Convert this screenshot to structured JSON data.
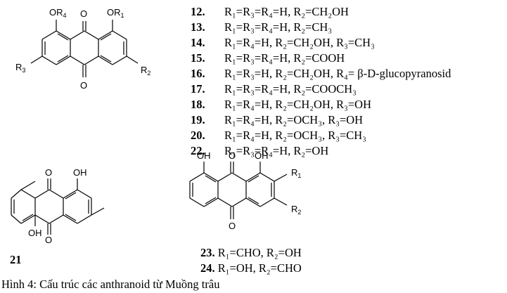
{
  "compounds": [
    {
      "num": "12.",
      "formula": "R₁=R₃=R₄=H, R₂=CH₂OH"
    },
    {
      "num": "13.",
      "formula": "R₁=R₃=R₄=H, R₂=CH₃"
    },
    {
      "num": "14.",
      "formula": "R₁=R₄=H, R₂=CH₂OH, R₃=CH₃"
    },
    {
      "num": "15.",
      "formula": "R₁=R₃=R₄=H, R₂=COOH"
    },
    {
      "num": "16.",
      "formula": "R₁=R₃=H, R₂=CH₂OH, R₄= β-D-glucopyranosid"
    },
    {
      "num": "17.",
      "formula": "R₁=R₃=R₄=H, R₂=COOCH₃"
    },
    {
      "num": "18.",
      "formula": "R₁=R₄=H, R₂=CH₂OH, R₃=OH"
    },
    {
      "num": "19.",
      "formula": "R₁=R₄=H, R₂=OCH₃, R₃=OH"
    },
    {
      "num": "20.",
      "formula": "R₁=R₄=H, R₂=OCH₃, R₃=CH₃"
    },
    {
      "num": "22.",
      "formula": "R₁=R₃=R₄=H, R₂=OH"
    }
  ],
  "structure_top": {
    "or4": "OR4",
    "or1": "OR1",
    "o_top": "O",
    "o_bottom": "O",
    "r3": "R3",
    "r2": "R2"
  },
  "structure_21": {
    "oh_top": "OH",
    "oh_bottom": "OH",
    "o_top": "O",
    "o_bottom": "O",
    "number": "21"
  },
  "structure_23": {
    "oh_left": "OH",
    "oh_right": "OH",
    "o_top": "O",
    "o_bottom": "O",
    "r1": "R1",
    "r2": "R2"
  },
  "compound_23": {
    "num": "23.",
    "formula": "R₁=CHO, R₂=OH"
  },
  "compound_24": {
    "num": "24.",
    "formula": "R₁=OH, R₂=CHO"
  },
  "caption": "Hình 4: Cấu trúc các anthranoid từ Muồng trâu"
}
